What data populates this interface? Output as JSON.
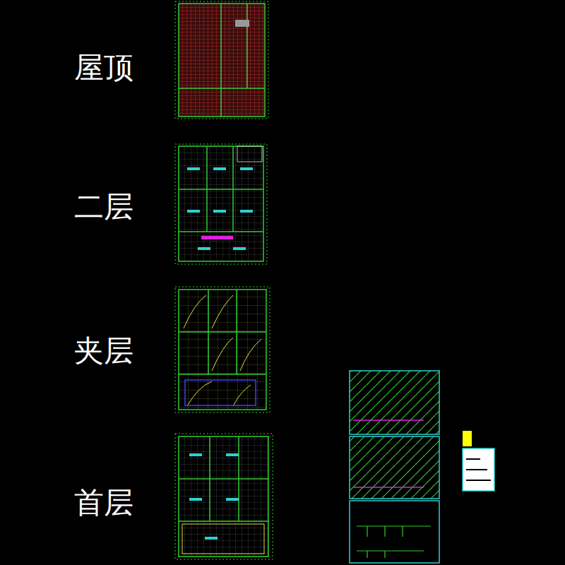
{
  "diagram": {
    "labels": [
      "屋顶",
      "二层",
      "夹层",
      "首层"
    ]
  }
}
